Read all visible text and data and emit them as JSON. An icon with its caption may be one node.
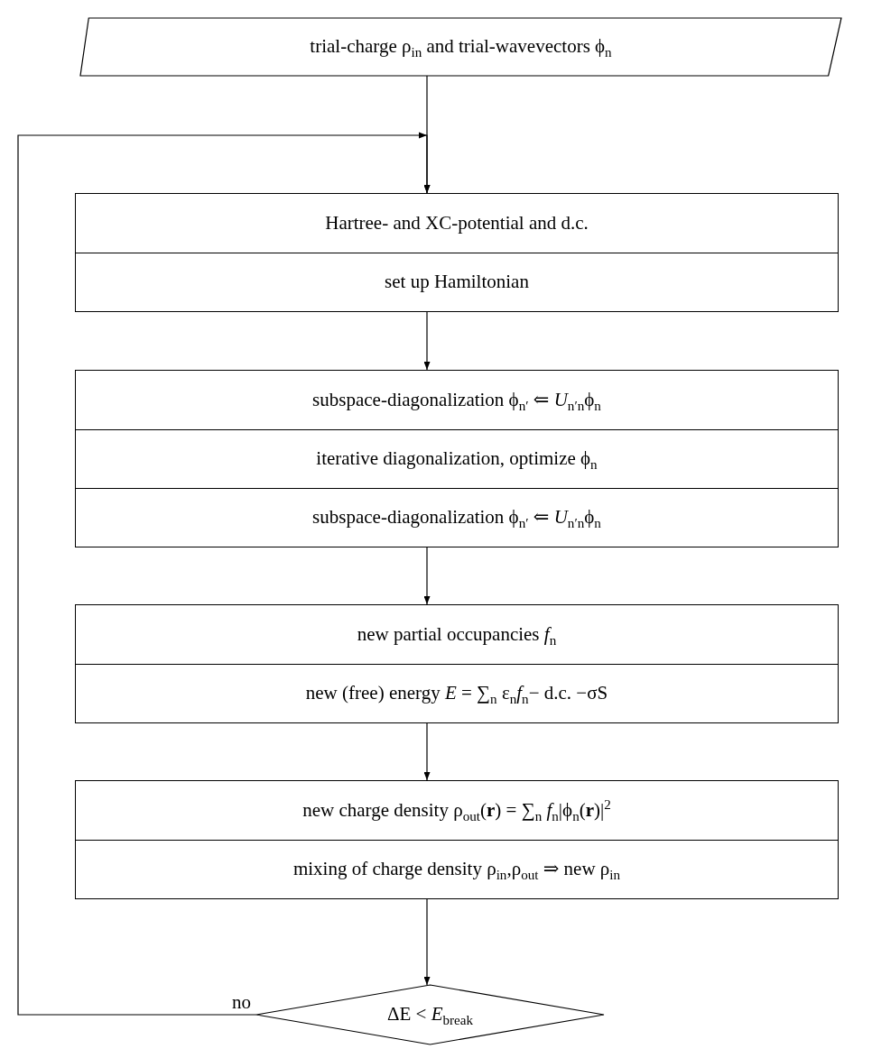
{
  "diagram": {
    "nodes": [
      {
        "text": [
          "trial-charge ρ$_{in}$ and trial-wavevectors ϕ$_{n}$"
        ]
      },
      {
        "text": [
          "Hartree- and XC-potential and d.c.",
          "set up Hamiltonian"
        ]
      },
      {
        "text": [
          "subspace-diagonalization ϕ$_{n′}$ ⇐ *U*$_{n′n}$ϕ$_{n}$",
          "iterative diagonalization, optimize ϕ$_{n}$",
          "subspace-diagonalization ϕ$_{n′}$ ⇐ *U*$_{n′n}$ϕ$_{n}$"
        ]
      },
      {
        "text": [
          "new partial occupancies *f*$_{n}$",
          "new (free) energy *E* = ∑$_{n}$ ε$_{n}$*f*$_{n}$− d.c. −σS"
        ]
      },
      {
        "text": [
          "new charge density ρ$_{out}$(**r**) = ∑$_{n}$ *f*$_{n}$|ϕ$_{n}$(**r**)|$^{2}$",
          "mixing of charge density ρ$_{in}$,ρ$_{out}$ ⇒ new ρ$_{in}$"
        ]
      },
      {
        "text": [
          "ΔE < *E*$_{break}$"
        ]
      }
    ],
    "edges": [
      {
        "from": 0,
        "to": 1,
        "arrow": "to"
      },
      {
        "from": 1,
        "to": 2,
        "arrow": "to"
      },
      {
        "from": 2,
        "to": 3,
        "arrow": "to"
      },
      {
        "from": 3,
        "to": 4,
        "arrow": "to"
      },
      {
        "from": 4,
        "to": 5,
        "arrow": "to"
      },
      {
        "from": 5,
        "to": 1,
        "arrow": "to",
        "label": "no"
      }
    ]
  }
}
